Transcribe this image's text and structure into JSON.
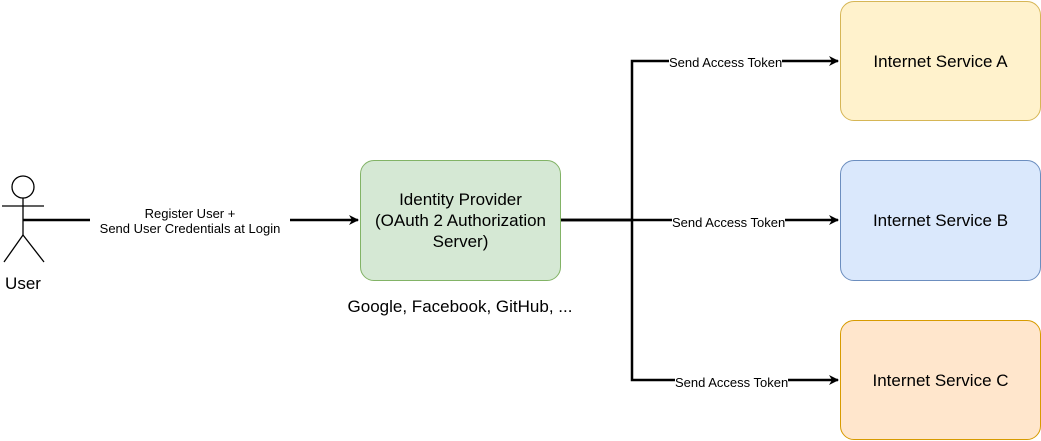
{
  "actor": {
    "label": "User"
  },
  "identity_provider": {
    "line1": "Identity Provider",
    "line2": "(OAuth 2 Authorization",
    "line3": "Server)",
    "color": "#d5e8d4",
    "examples": "Google, Facebook, GitHub, ..."
  },
  "edges": {
    "register_line1": "Register User +",
    "register_line2": "Send User Credentials at Login",
    "token_a": "Send Access Token",
    "token_b": "Send Access Token",
    "token_c": "Send Access Token"
  },
  "services": [
    {
      "label": "Internet Service A",
      "color": "#fff2cc"
    },
    {
      "label": "Internet Service B",
      "color": "#dae8fc"
    },
    {
      "label": "Internet Service C",
      "color": "#ffe6cc"
    }
  ]
}
